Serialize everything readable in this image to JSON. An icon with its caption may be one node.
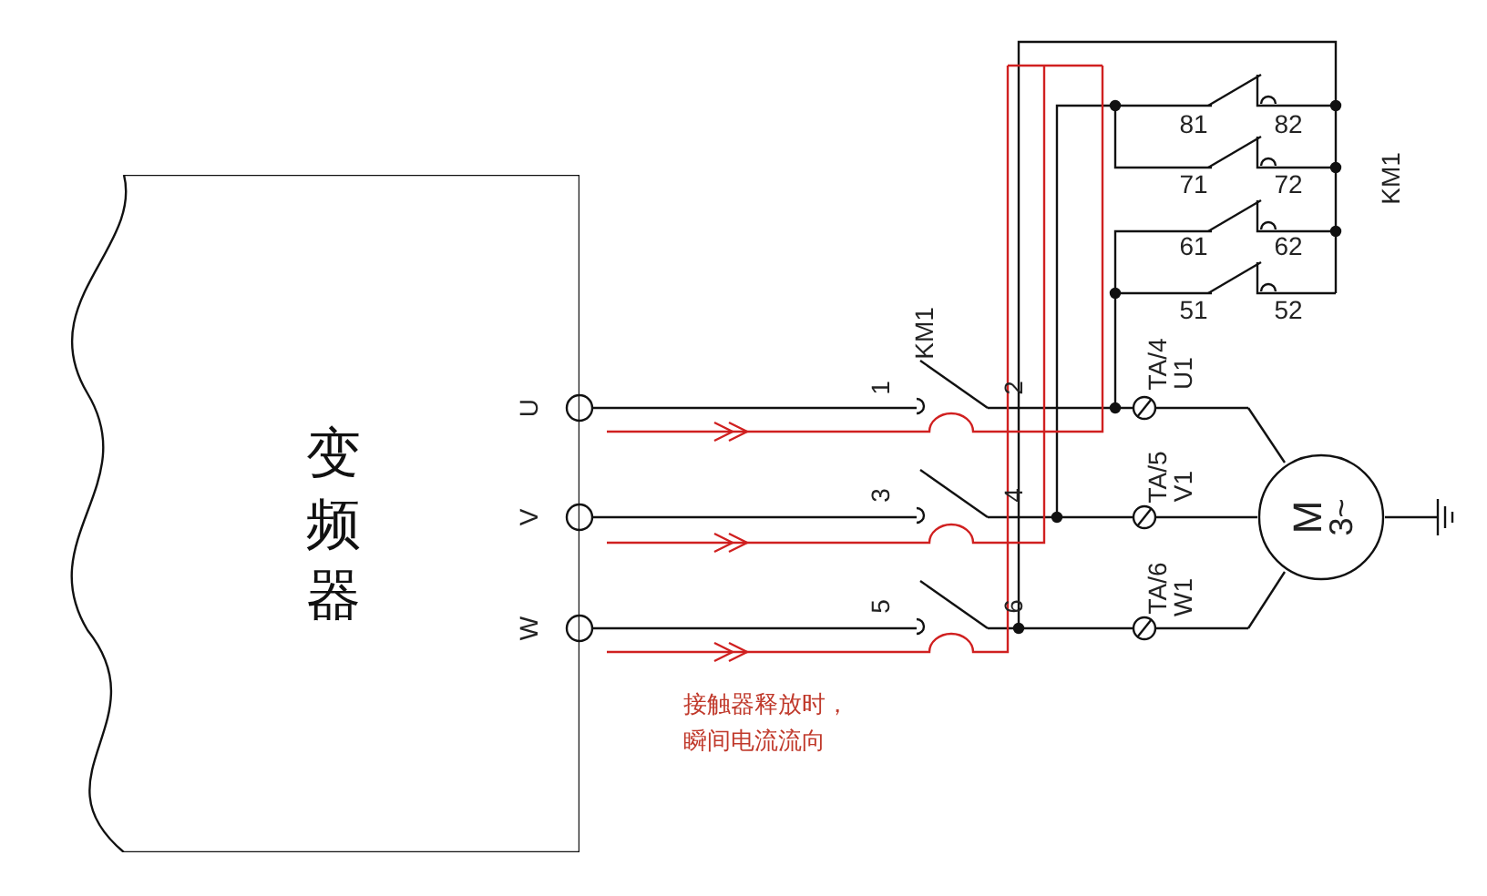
{
  "diagram": {
    "nodes": [
      {
        "text": [
          "变频器"
        ]
      },
      {
        "text": [
          "M",
          "3~"
        ]
      }
    ],
    "labels": [
      "81",
      "82",
      "KM1",
      "71",
      "72",
      "61",
      "62",
      "51",
      "52",
      "KM1",
      "1",
      "2",
      "3",
      "4",
      "5",
      "6",
      "U",
      "V",
      "W",
      "TA/4",
      "U1",
      "TA/5",
      "V1",
      "TA/6",
      "W1",
      "接触器释放时，瞬间电流流向"
    ]
  }
}
